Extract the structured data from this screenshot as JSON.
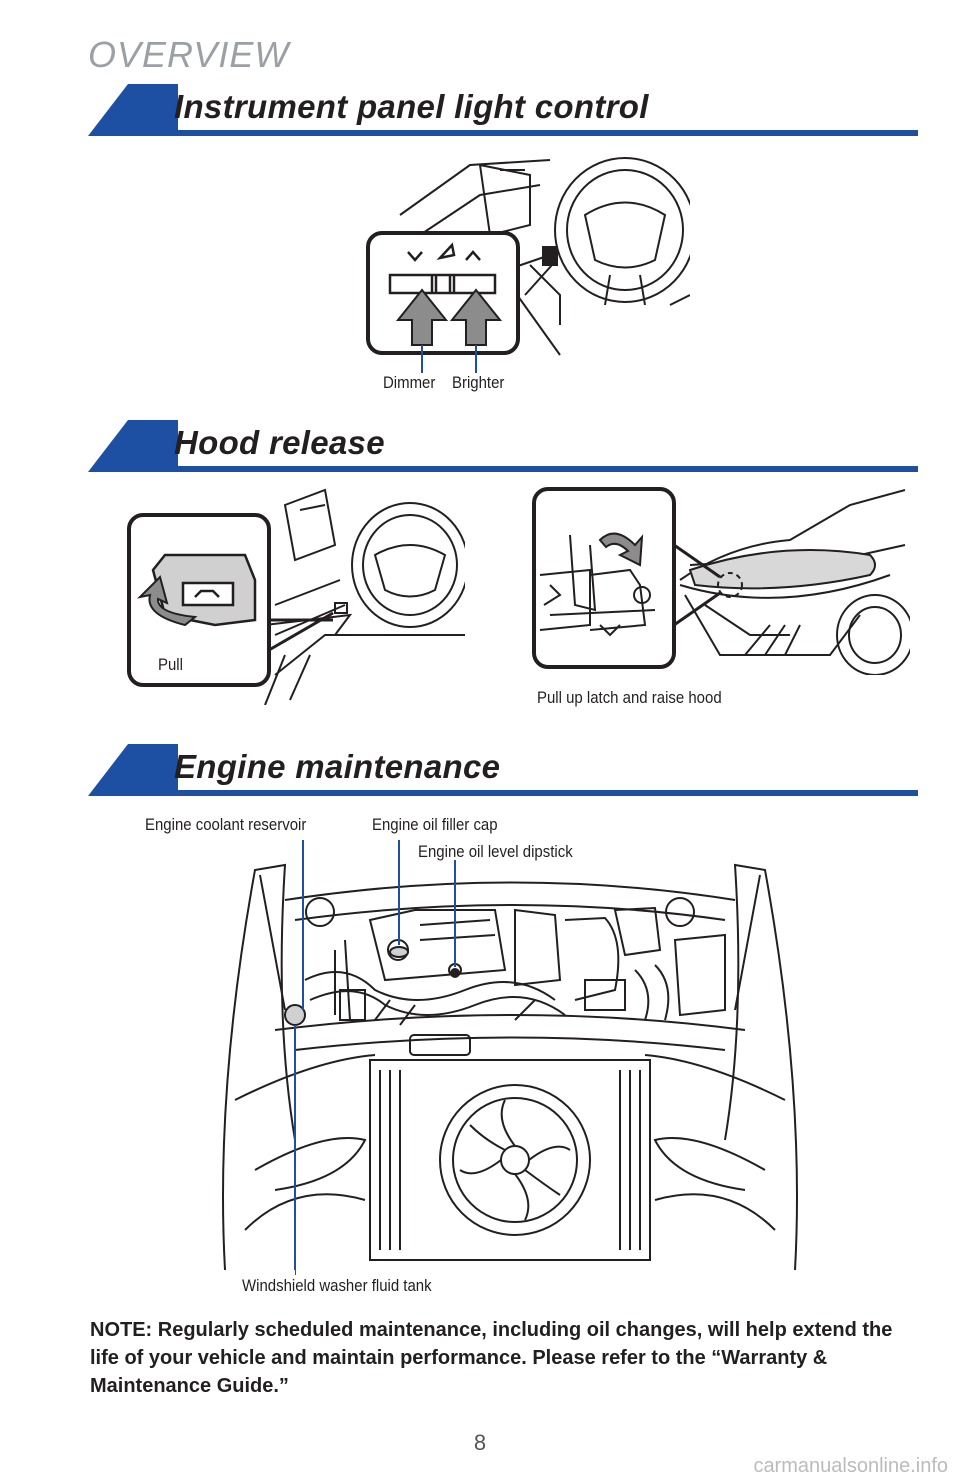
{
  "header": {
    "overview": "OVERVIEW"
  },
  "sections": {
    "instrument": {
      "title": "Instrument panel light control",
      "labels": {
        "dimmer": "Dimmer",
        "brighter": "Brighter"
      }
    },
    "hood": {
      "title": "Hood release",
      "labels": {
        "pull": "Pull",
        "latch": "Pull up latch and raise hood"
      }
    },
    "engine": {
      "title": "Engine maintenance",
      "labels": {
        "coolant": "Engine coolant reservoir",
        "filler": "Engine oil filler cap",
        "dipstick": "Engine oil level dipstick",
        "washer": "Windshield washer fluid tank"
      }
    }
  },
  "note": "NOTE: Regularly scheduled maintenance, including oil changes, will help extend the life of your vehicle and maintain performance. Please refer to the “Warranty & Maintenance Guide.”",
  "page_number": "8",
  "footer": "carmanualsonline.info",
  "colors": {
    "accent": "#1d4fa3",
    "callout_line": "#1d4fa3",
    "arrow_fill": "#8c8c8c"
  }
}
